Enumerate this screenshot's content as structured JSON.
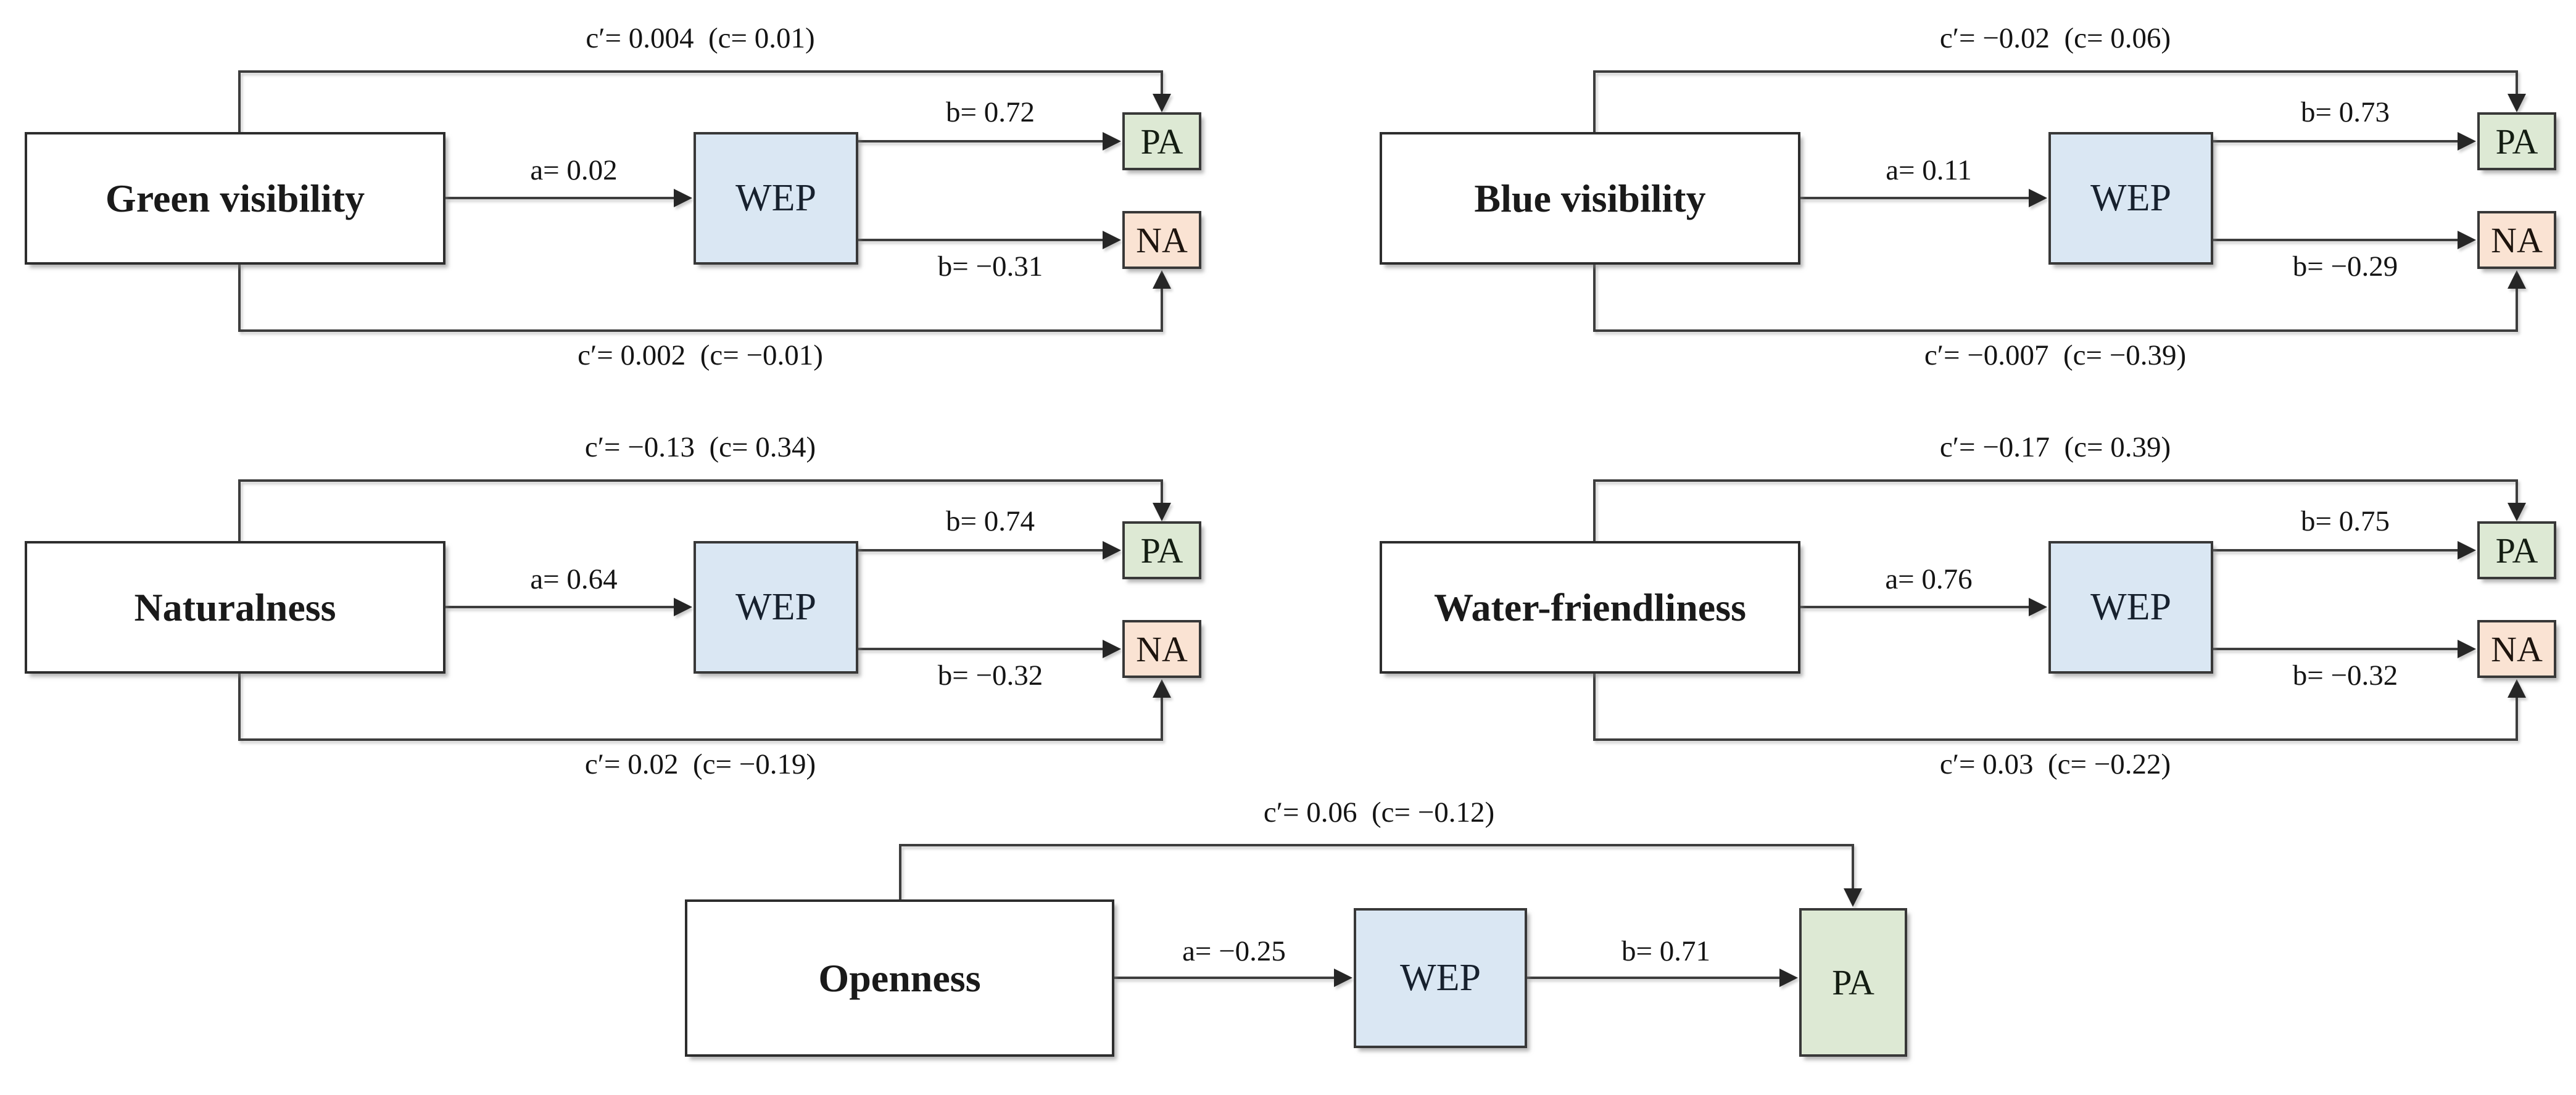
{
  "figure": {
    "background": "#ffffff",
    "colors": {
      "mediator_fill": "#dae7f3",
      "pa_fill": "#dde9d4",
      "na_fill": "#fae3d3",
      "box_border": "#383838",
      "arrow_line": "#3d3d3d",
      "text": "#1a1a1a"
    },
    "diagrams": [
      {
        "id": "green-visibility",
        "predictor": "Green visibility",
        "mediator": "WEP",
        "outcome_pa": "PA",
        "outcome_na": "NA",
        "a_label": "a= 0.02",
        "b_pa_label": "b= 0.72",
        "b_na_label": "b= −0.31",
        "top_label": "c′= 0.004  (c= 0.01)",
        "bottom_label": "c′= 0.002  (c= −0.01)"
      },
      {
        "id": "blue-visibility",
        "predictor": "Blue visibility",
        "mediator": "WEP",
        "outcome_pa": "PA",
        "outcome_na": "NA",
        "a_label": "a= 0.11",
        "b_pa_label": "b= 0.73",
        "b_na_label": "b= −0.29",
        "top_label": "c′= −0.02  (c= 0.06)",
        "bottom_label": "c′= −0.007  (c= −0.39)"
      },
      {
        "id": "naturalness",
        "predictor": "Naturalness",
        "mediator": "WEP",
        "outcome_pa": "PA",
        "outcome_na": "NA",
        "a_label": "a= 0.64",
        "b_pa_label": "b= 0.74",
        "b_na_label": "b= −0.32",
        "top_label": "c′= −0.13  (c= 0.34)",
        "bottom_label": "c′= 0.02  (c= −0.19)"
      },
      {
        "id": "water-friendliness",
        "predictor": "Water-friendliness",
        "mediator": "WEP",
        "outcome_pa": "PA",
        "outcome_na": "NA",
        "a_label": "a= 0.76",
        "b_pa_label": "b= 0.75",
        "b_na_label": "b= −0.32",
        "top_label": "c′= −0.17  (c= 0.39)",
        "bottom_label": "c′= 0.03  (c= −0.22)"
      },
      {
        "id": "openness",
        "predictor": "Openness",
        "mediator": "WEP",
        "outcome_pa": "PA",
        "a_label": "a= −0.25",
        "b_pa_label": "b= 0.71",
        "top_label": "c′= 0.06  (c= −0.12)"
      }
    ]
  }
}
